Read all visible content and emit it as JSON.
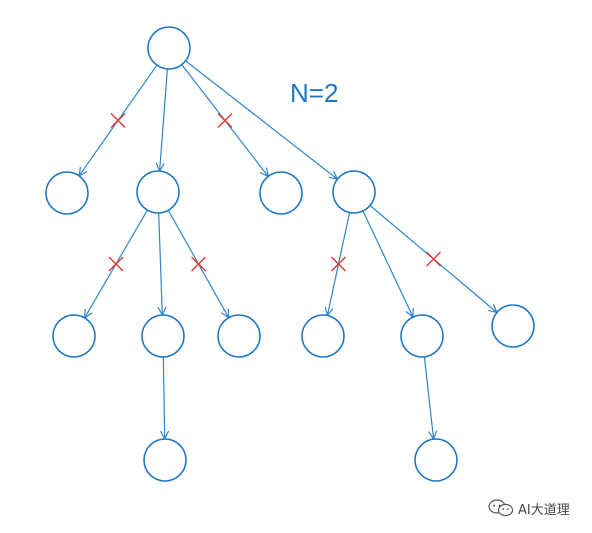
{
  "diagram": {
    "label": "N=2",
    "colors": {
      "node_stroke": "#1f77c2",
      "edge": "#2f86c8",
      "pruned_mark": "#e8312a",
      "label": "#1f77c2"
    },
    "nodes": [
      "root",
      "a",
      "b",
      "c",
      "d",
      "b1",
      "b2",
      "b3",
      "b2a",
      "d1",
      "d2",
      "d3",
      "d2a"
    ],
    "edges": [
      {
        "from": "root",
        "to": "a",
        "pruned": true
      },
      {
        "from": "root",
        "to": "b",
        "pruned": false
      },
      {
        "from": "root",
        "to": "c",
        "pruned": true
      },
      {
        "from": "root",
        "to": "d",
        "pruned": false
      },
      {
        "from": "b",
        "to": "b1",
        "pruned": true
      },
      {
        "from": "b",
        "to": "b2",
        "pruned": false
      },
      {
        "from": "b",
        "to": "b3",
        "pruned": true
      },
      {
        "from": "b2",
        "to": "b2a",
        "pruned": false
      },
      {
        "from": "d",
        "to": "d1",
        "pruned": true
      },
      {
        "from": "d",
        "to": "d2",
        "pruned": false
      },
      {
        "from": "d",
        "to": "d3",
        "pruned": true
      },
      {
        "from": "d2",
        "to": "d2a",
        "pruned": false
      }
    ]
  },
  "watermark": {
    "text": "AI大道理",
    "icon": "wechat-icon"
  }
}
